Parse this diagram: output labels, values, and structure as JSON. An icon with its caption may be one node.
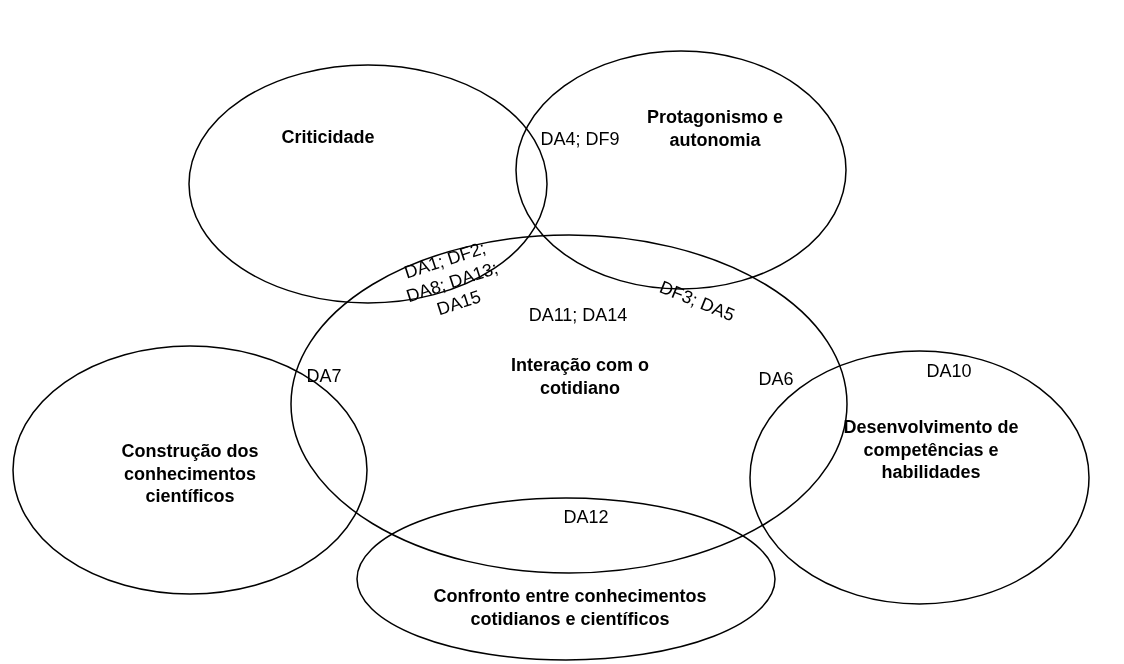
{
  "diagram": {
    "nodes": [
      {
        "text": [
          "Criticidade"
        ]
      },
      {
        "text": [
          "Protagonismo e autonomia"
        ]
      },
      {
        "text": [
          "DA11; DA14",
          "Interação com o cotidiano"
        ]
      },
      {
        "text": [
          "Construção dos conhecimentos científicos"
        ]
      },
      {
        "text": [
          "DA10",
          "Desenvolvimento de competências e habilidades"
        ]
      },
      {
        "text": [
          "Confronto entre conhecimentos cotidianos e científicos"
        ]
      }
    ],
    "labels": [
      "DA4; DF9",
      "DA1; DF2; DA8; DA13; DA15",
      "DF3; DA5",
      "DA7",
      "DA6",
      "DA12"
    ]
  }
}
